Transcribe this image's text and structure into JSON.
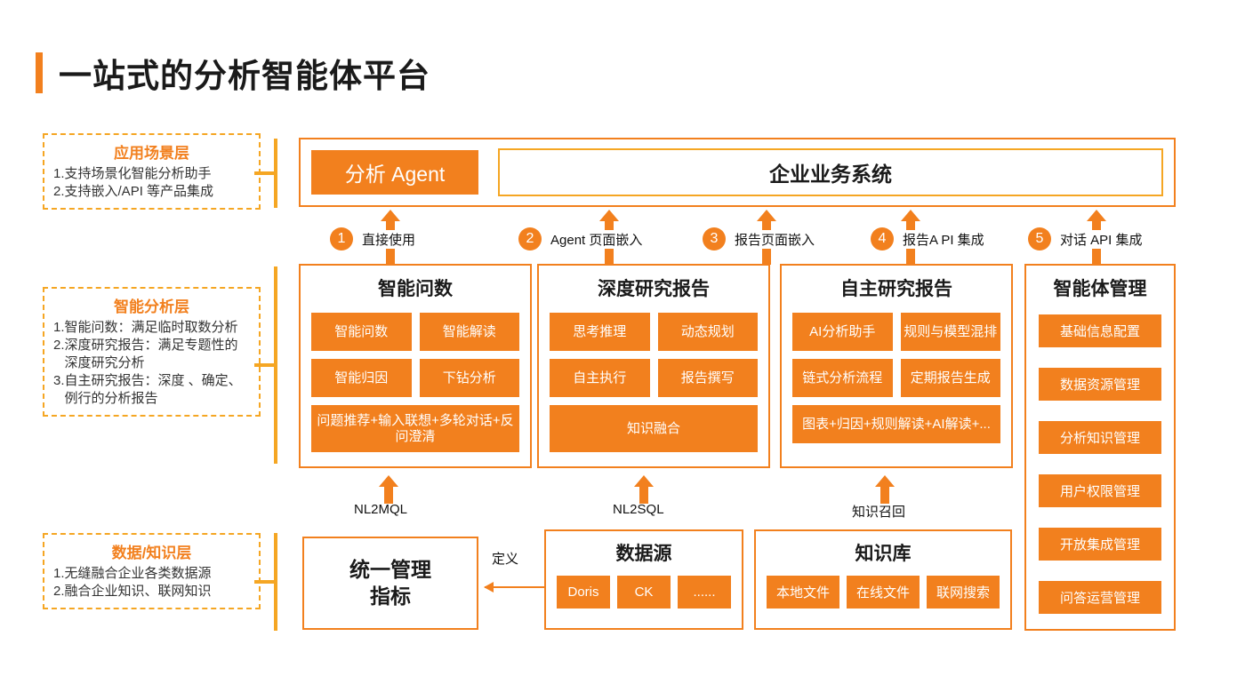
{
  "page": {
    "title": "一站式的分析智能体平台",
    "accent": "#F2801E",
    "accent_light": "#F5A623"
  },
  "legends": [
    {
      "id": "application-layer",
      "title": "应用场景层",
      "items": [
        {
          "num": "1.",
          "text": "支持场景化智能分析助手"
        },
        {
          "num": "2.",
          "text": "支持嵌入/API 等产品集成"
        }
      ]
    },
    {
      "id": "analysis-layer",
      "title": "智能分析层",
      "items": [
        {
          "num": "1.",
          "text": "智能问数：满足临时取数分析"
        },
        {
          "num": "2.",
          "text": "深度研究报告：满足专题性的深度研究分析"
        },
        {
          "num": "3.",
          "text": "自主研究报告：深度 、确定、例行的分析报告"
        }
      ]
    },
    {
      "id": "data-knowledge-layer",
      "title": "数据/知识层",
      "items": [
        {
          "num": "1.",
          "text": "无缝融合企业各类数据源"
        },
        {
          "num": "2.",
          "text": "融合企业知识、联网知识"
        }
      ]
    }
  ],
  "top_bar": {
    "agent_chip": "分析 Agent",
    "business_system": "企业业务系统"
  },
  "connectors": [
    {
      "num": "1",
      "label": "直接使用"
    },
    {
      "num": "2",
      "label": "Agent 页面嵌入"
    },
    {
      "num": "3",
      "label": "报告页面嵌入"
    },
    {
      "num": "4",
      "label": "报告A PI 集成"
    },
    {
      "num": "5",
      "label": "对话 API 集成"
    }
  ],
  "cards": [
    {
      "id": "smart-query",
      "title": "智能问数",
      "tiles": [
        "智能问数",
        "智能解读",
        "智能归因",
        "下钻分析"
      ],
      "wide_tile": "问题推荐+输入联想+多轮对话+反问澄清"
    },
    {
      "id": "deep-research-report",
      "title": "深度研究报告",
      "tiles": [
        "思考推理",
        "动态规划",
        "自主执行",
        "报告撰写"
      ],
      "wide_tile": "知识融合"
    },
    {
      "id": "autonomous-research-report",
      "title": "自主研究报告",
      "tiles": [
        "AI分析助手",
        "规则与模型混排",
        "链式分析流程",
        "定期报告生成"
      ],
      "wide_tile": "图表+归因+规则解读+AI解读+..."
    }
  ],
  "management": {
    "title": "智能体管理",
    "items": [
      "基础信息配置",
      "数据资源管理",
      "分析知识管理",
      "用户权限管理",
      "开放集成管理",
      "问答运营管理"
    ]
  },
  "captions": {
    "nl2mql": "NL2MQL",
    "nl2sql": "NL2SQL",
    "knowledge_recall": "知识召回",
    "define": "定义"
  },
  "bottom": {
    "metrics_box": {
      "line1": "统一管理",
      "line2": "指标"
    },
    "data_source": {
      "title": "数据源",
      "tiles": [
        "Doris",
        "CK",
        "......"
      ]
    },
    "knowledge_base": {
      "title": "知识库",
      "tiles": [
        "本地文件",
        "在线文件",
        "联网搜索"
      ]
    }
  }
}
